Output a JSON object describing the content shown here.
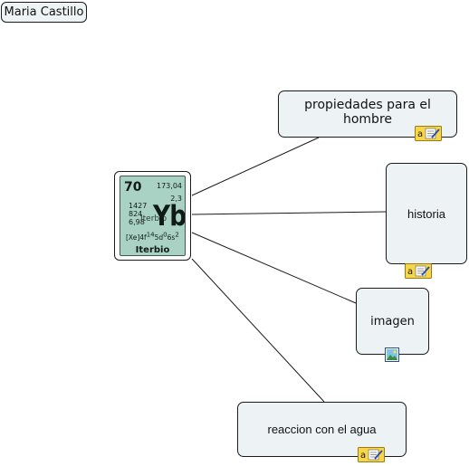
{
  "author": {
    "name": "Maria Castillo"
  },
  "central": {
    "atomic_number": "70",
    "atomic_mass": "173,04",
    "oxidation": "2,3",
    "prop_lines": [
      "1427",
      "824",
      "6,98"
    ],
    "overlay_name": "Iterbio",
    "symbol": "Yb",
    "electron_config": {
      "core": "[Xe]4f",
      "sup1": "14",
      "mid1": "5d",
      "sup2": "0",
      "mid2": "6s",
      "sup3": "2"
    },
    "name": "Iterbio",
    "tile_color": "#a9d2c5"
  },
  "nodes": [
    {
      "label": "propiedades para el hombre",
      "icon": "note-icon"
    },
    {
      "label": "historia",
      "icon": "note-icon"
    },
    {
      "label": "imagen",
      "icon": "image-icon"
    },
    {
      "label": "reaccion con el agua",
      "icon": "note-icon"
    }
  ],
  "colors": {
    "node_fill": "#edf3f5",
    "border": "#1b1b1b",
    "note_yellow": "#f7d64a"
  }
}
